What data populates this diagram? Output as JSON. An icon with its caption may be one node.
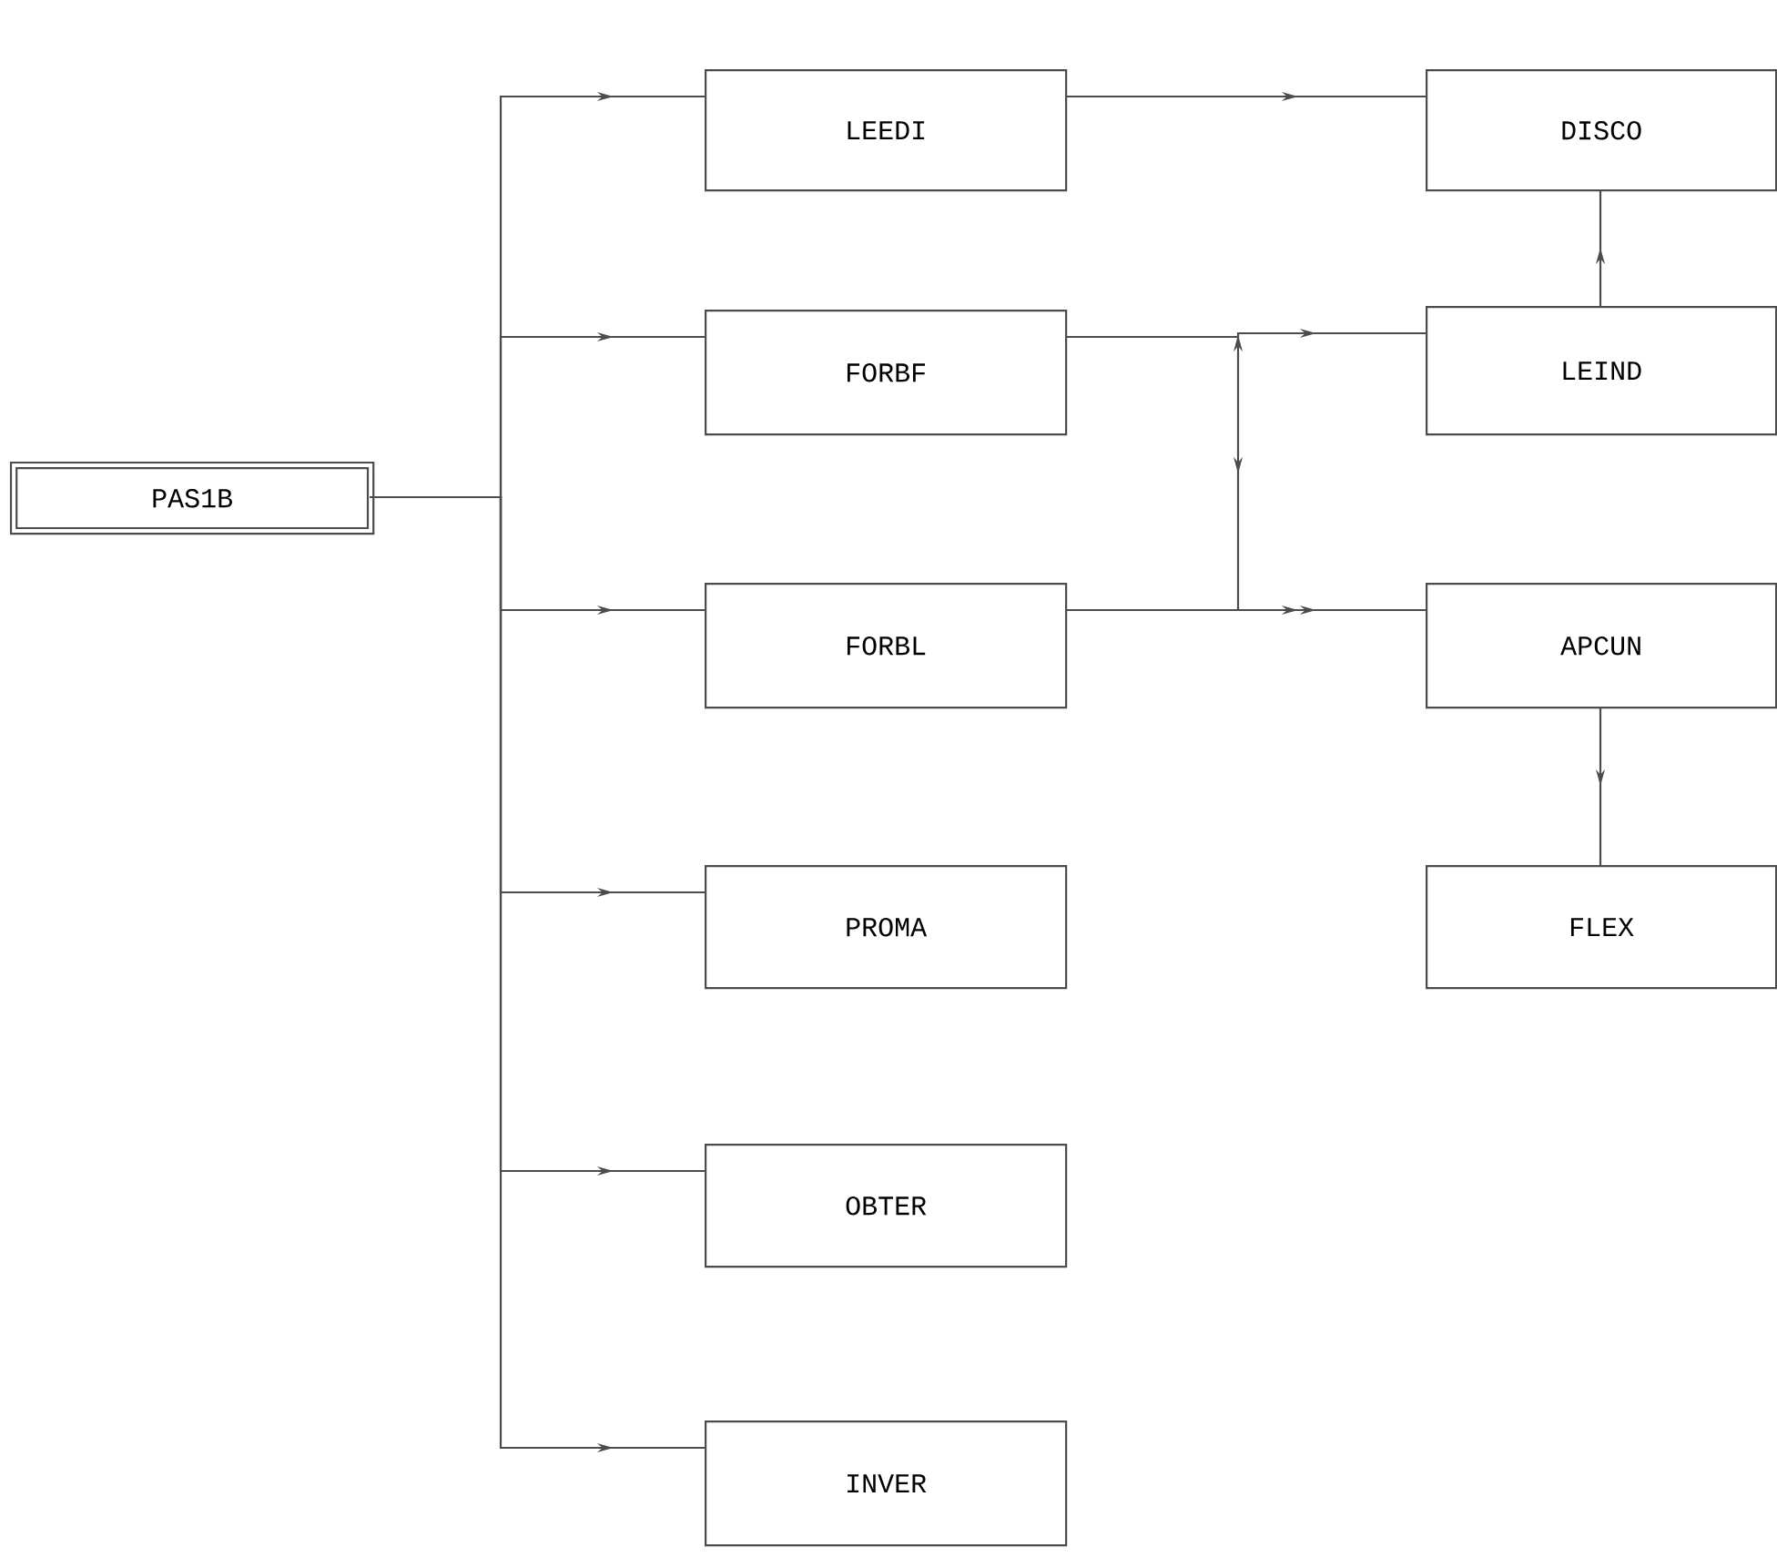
{
  "diagram": {
    "nodes": [
      {
        "text": [
          "PAS1B"
        ]
      },
      {
        "text": [
          "LEEDI"
        ]
      },
      {
        "text": [
          "FORBF"
        ]
      },
      {
        "text": [
          "FORBL"
        ]
      },
      {
        "text": [
          "PROMA"
        ]
      },
      {
        "text": [
          "OBTER"
        ]
      },
      {
        "text": [
          "INVER"
        ]
      },
      {
        "text": [
          "DISCO"
        ]
      },
      {
        "text": [
          "LEIND"
        ]
      },
      {
        "text": [
          "APCUN"
        ]
      },
      {
        "text": [
          "FLEX"
        ]
      }
    ],
    "edges": [
      {
        "from": 0,
        "to": 1,
        "arrow": "to"
      },
      {
        "from": 0,
        "to": 2,
        "arrow": "to"
      },
      {
        "from": 0,
        "to": 3,
        "arrow": "to"
      },
      {
        "from": 0,
        "to": 4,
        "arrow": "to"
      },
      {
        "from": 0,
        "to": 5,
        "arrow": "to"
      },
      {
        "from": 0,
        "to": 6,
        "arrow": "to"
      },
      {
        "from": 1,
        "to": 7,
        "arrow": "to"
      },
      {
        "from": 8,
        "to": 7,
        "arrow": "to"
      },
      {
        "from": 2,
        "to": 8,
        "arrow": "to"
      },
      {
        "from": 2,
        "to": 9,
        "arrow": "to"
      },
      {
        "from": 3,
        "to": 9,
        "arrow": "to"
      },
      {
        "from": 9,
        "to": 10,
        "arrow": "to"
      }
    ]
  }
}
